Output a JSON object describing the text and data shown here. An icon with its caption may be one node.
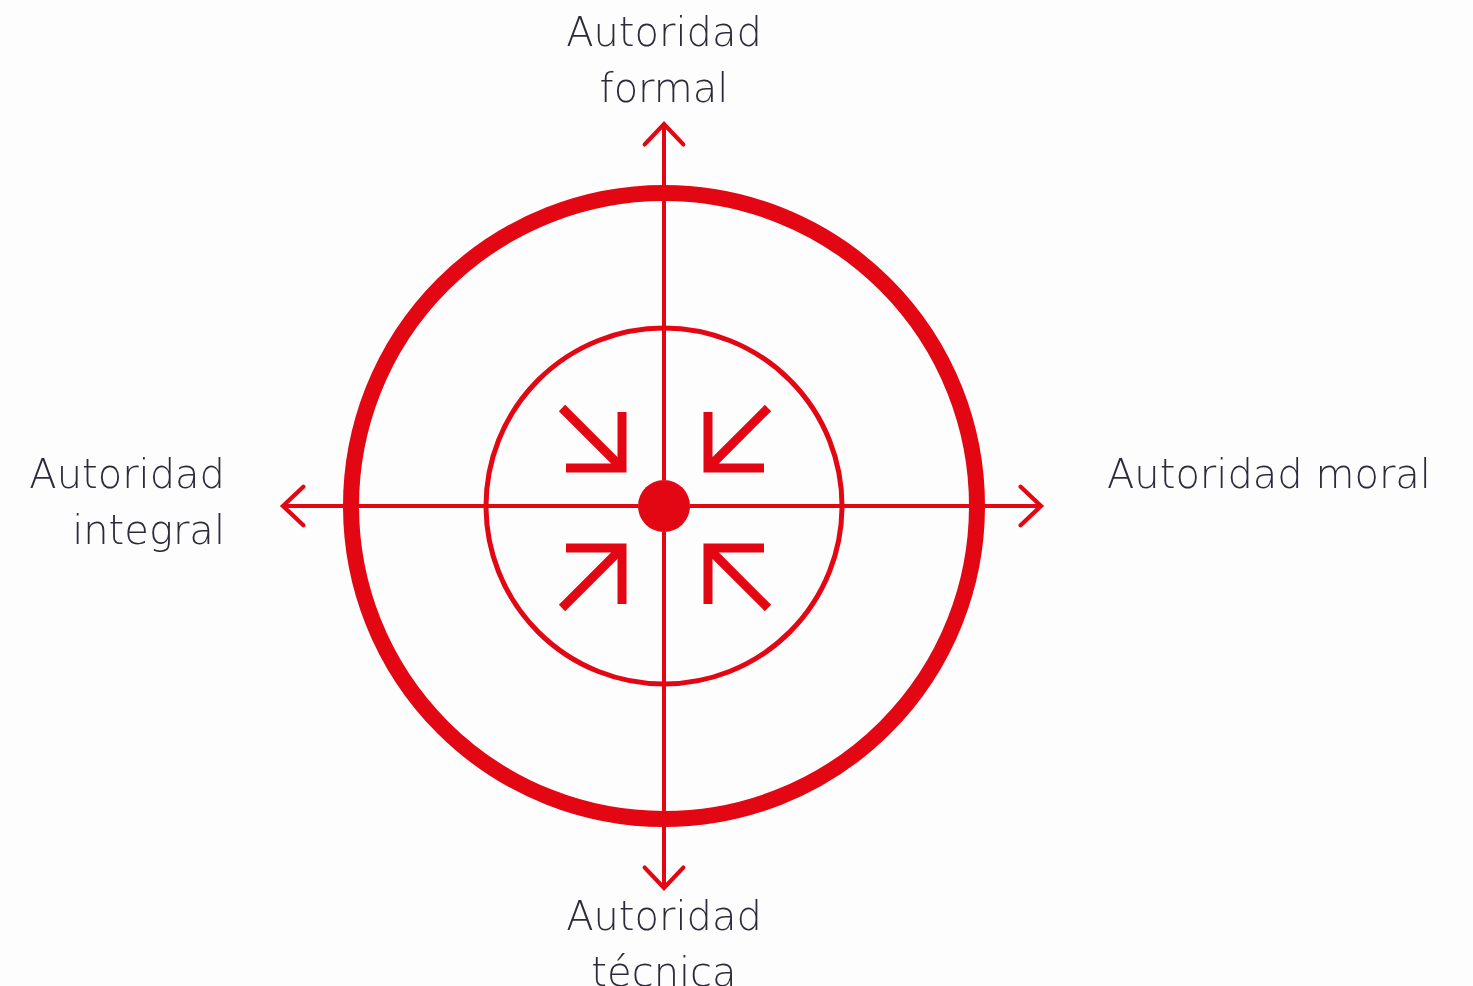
{
  "diagram": {
    "nodes": [
      {
        "text": [
          "Autoridad formal"
        ]
      },
      {
        "text": [
          "Autoridad integral"
        ]
      },
      {
        "text": [
          "Autoridad moral"
        ]
      },
      {
        "text": [
          "Autoridad técnica"
        ]
      },
      {
        "text": [],
        "shape": "circle"
      }
    ],
    "edges": [
      {
        "from": 4,
        "to": 0,
        "arrow": "to"
      },
      {
        "from": 4,
        "to": 1,
        "arrow": "to"
      },
      {
        "from": 4,
        "to": 2,
        "arrow": "to"
      },
      {
        "from": 4,
        "to": 3,
        "arrow": "to"
      }
    ]
  }
}
